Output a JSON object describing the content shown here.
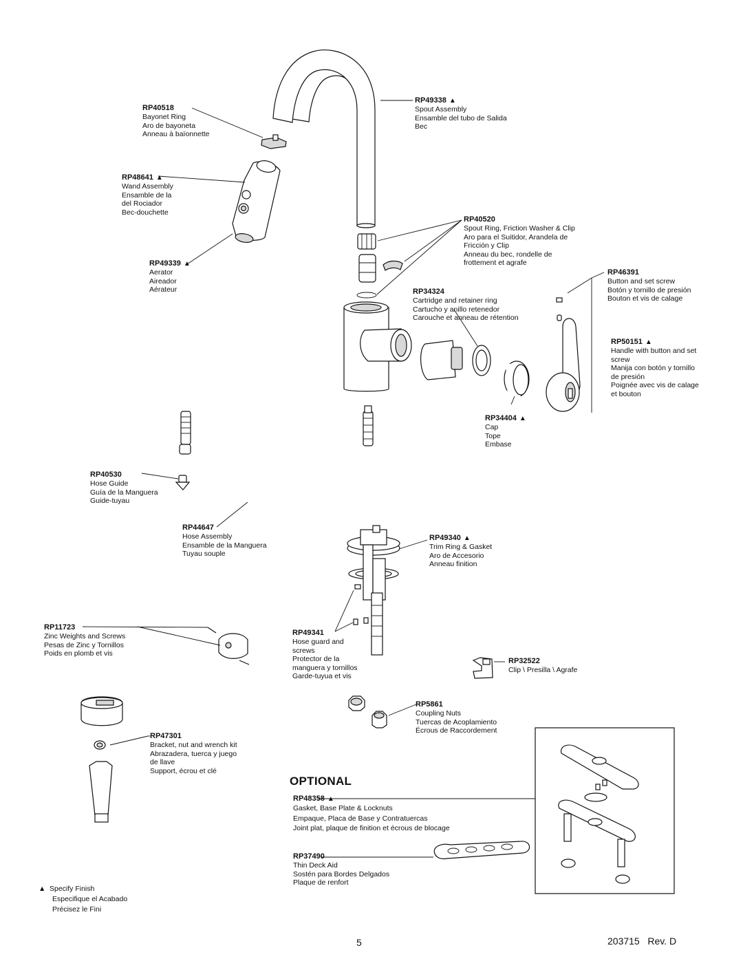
{
  "parts": [
    {
      "id": "rp49338",
      "number": "RP49338",
      "finish_marker": "▲",
      "desc": [
        "Spout Assembly",
        "Ensamble del tubo de Salida",
        "Bec"
      ]
    },
    {
      "id": "rp40518",
      "number": "RP40518",
      "finish_marker": "",
      "desc": [
        "Bayonet Ring",
        "Aro de bayoneta",
        "Anneau à baïonnette"
      ]
    },
    {
      "id": "rp48641",
      "number": "RP48641",
      "finish_marker": "▲",
      "desc": [
        "Wand Assembly",
        "Ensamble de la",
        "del Rociador",
        "Bec-douchette"
      ]
    },
    {
      "id": "rp40520",
      "number": "RP40520",
      "finish_marker": "",
      "desc": [
        "Spout Ring, Friction Washer & Clip",
        "Aro para el Suitidor, Arandela de",
        "Fricción y Clip",
        "Anneau du bec, rondelle de",
        "frottement et agrafe"
      ]
    },
    {
      "id": "rp49339",
      "number": "RP49339",
      "finish_marker": "▲",
      "desc": [
        "Aerator",
        "Aireador",
        "Aérateur"
      ]
    },
    {
      "id": "rp46391",
      "number": "RP46391",
      "finish_marker": "",
      "desc": [
        "Button and set screw",
        "Botón y tornillo de presión",
        "Bouton et vis de calage"
      ]
    },
    {
      "id": "rp34324",
      "number": "RP34324",
      "finish_marker": "",
      "desc": [
        "Cartridge and retainer ring",
        "Cartucho y anillo retenedor",
        "Carouche et anneau de rétention"
      ]
    },
    {
      "id": "rp50151",
      "number": "RP50151",
      "finish_marker": "▲",
      "desc": [
        "Handle with button and set",
        "screw",
        "Manija con botón y tornillo",
        "de presión",
        "Poignée avec vis de calage",
        "et bouton"
      ]
    },
    {
      "id": "rp34404",
      "number": "RP34404",
      "finish_marker": "▲",
      "desc": [
        "Cap",
        "Tope",
        "Embase"
      ]
    },
    {
      "id": "rp40530",
      "number": "RP40530",
      "finish_marker": "",
      "desc": [
        "Hose Guide",
        "Guía de la Manguera",
        "Guide-tuyau"
      ]
    },
    {
      "id": "rp44647",
      "number": "RP44647",
      "finish_marker": "",
      "desc": [
        "Hose Assembly",
        "Ensamble de la Manguera",
        "Tuyau souple"
      ]
    },
    {
      "id": "rp49340",
      "number": "RP49340",
      "finish_marker": "▲",
      "desc": [
        "Trim Ring & Gasket",
        "Aro de Accesorio",
        "Anneau finition"
      ]
    },
    {
      "id": "rp11723",
      "number": "RP11723",
      "finish_marker": "",
      "desc": [
        "Zinc Weights and Screws",
        "Pesas de Zinc y Tornillos",
        "Poids en plomb et vis"
      ]
    },
    {
      "id": "rp49341",
      "number": "RP49341",
      "finish_marker": "",
      "desc": [
        "Hose guard and",
        "screws",
        "Protector de la",
        "manguera y tornillos",
        "Garde-tuyua et vis"
      ]
    },
    {
      "id": "rp32522",
      "number": "RP32522",
      "finish_marker": "",
      "desc": [
        "Clip \\ Presilla \\ Agrafe"
      ]
    },
    {
      "id": "rp5861",
      "number": "RP5861",
      "finish_marker": "",
      "desc": [
        "Coupling Nuts",
        "Tuercas de Acoplamiento",
        "Écrous de Raccordement"
      ]
    },
    {
      "id": "rp47301",
      "number": "RP47301",
      "finish_marker": "",
      "desc": [
        "Bracket, nut and wrench kit",
        "Abrazadera, tuerca y juego",
        "de llave",
        "Support, écrou et clé"
      ]
    },
    {
      "id": "rp48358",
      "number": "RP48358",
      "finish_marker": "▲",
      "desc": [
        "Gasket, Base Plate & Locknuts",
        "Empaque, Placa de Base y Contratuercas",
        "Joint plat, plaque de finition et écrous de blocage"
      ]
    },
    {
      "id": "rp37490",
      "number": "RP37490",
      "finish_marker": "",
      "desc": [
        "Thin Deck Aid",
        "Sostén para Bordes Delgados",
        "Plaque de renfort"
      ]
    }
  ],
  "optional_heading": "OPTIONAL",
  "legend": {
    "marker": "▲",
    "lines": [
      "Specify Finish",
      "Especifique el Acabado",
      "Précisez le Fini"
    ]
  },
  "footer": {
    "page_number": "5",
    "document": "203715   Rev. D"
  }
}
